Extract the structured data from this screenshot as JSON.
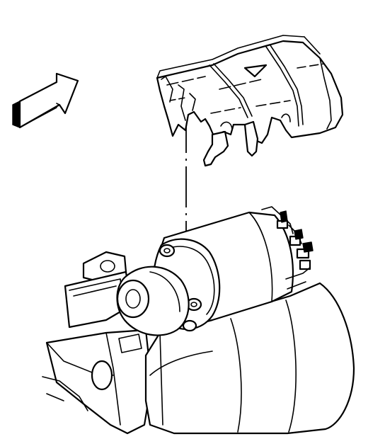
{
  "diagram": {
    "parts": [
      {
        "id": "direction-arrow",
        "icon": "front-arrow-icon"
      },
      {
        "id": "heat-shield",
        "icon": "heat-shield-icon"
      },
      {
        "id": "alignment-line",
        "icon": "dash-dot-line"
      },
      {
        "id": "starter-motor",
        "icon": "starter-motor-icon"
      },
      {
        "id": "engine-block",
        "icon": "engine-block-icon"
      }
    ],
    "colors": {
      "ink": "#000000",
      "paper": "#ffffff"
    }
  }
}
